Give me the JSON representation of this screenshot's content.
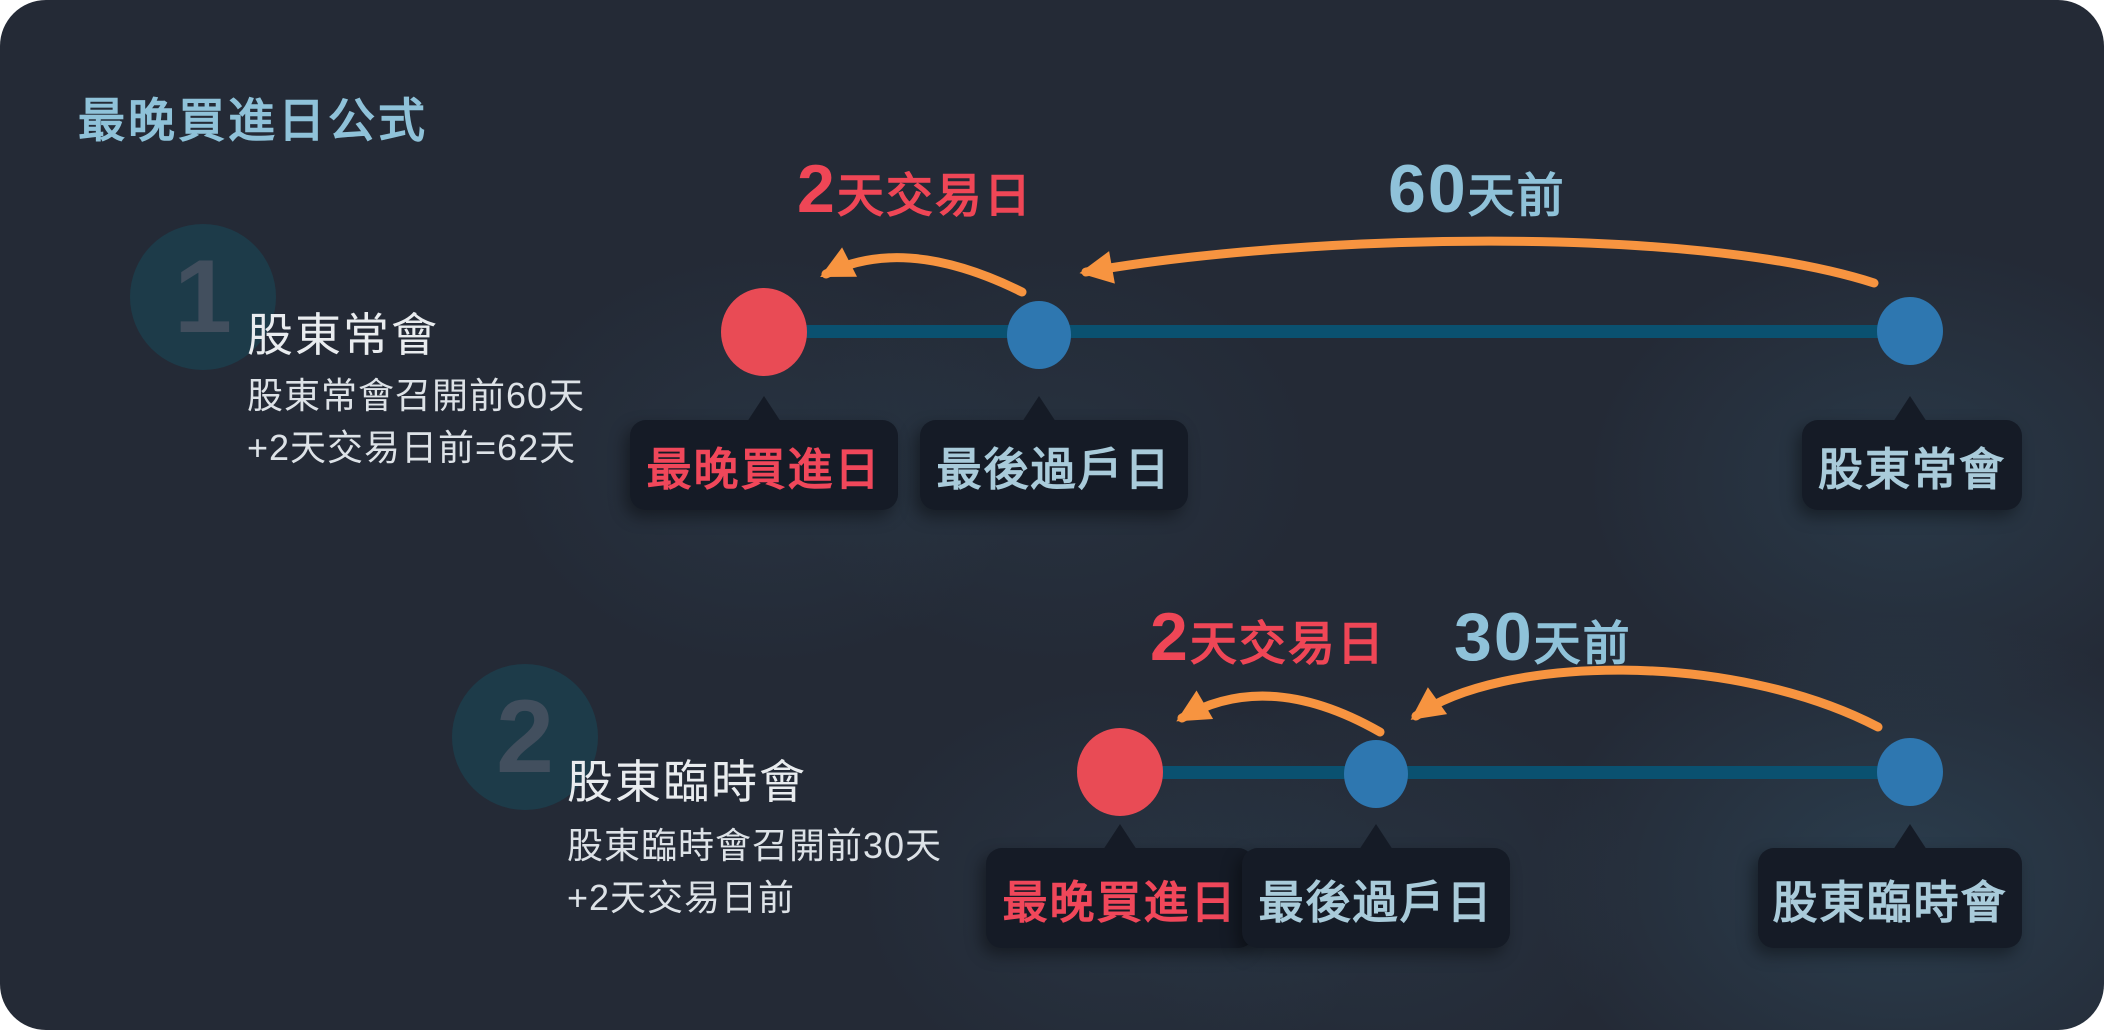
{
  "title": "最晚買進日公式",
  "colors": {
    "card_background": "#242a36",
    "accent_red": "#ef4656",
    "accent_light_blue": "#8fc2d9",
    "accent_orange": "#f79440",
    "dot_red": "#e94b55",
    "dot_blue": "#2e77b0",
    "timeline": "#0a5170",
    "bubble_background": "#151b26"
  },
  "sections": [
    {
      "number": "1",
      "heading": "股東常會",
      "description": [
        "股東常會召開前60天",
        "+2天交易日前=62天"
      ],
      "near_arrow": {
        "value": "2",
        "unit": "天交易日"
      },
      "far_arrow": {
        "value": "60",
        "unit": "天前"
      },
      "timeline_labels": {
        "latest_buy": "最晚買進日",
        "last_transfer": "最後過戶日",
        "meeting": "股東常會"
      }
    },
    {
      "number": "2",
      "heading": "股東臨時會",
      "description": [
        "股東臨時會召開前30天",
        "+2天交易日前"
      ],
      "near_arrow": {
        "value": "2",
        "unit": "天交易日"
      },
      "far_arrow": {
        "value": "30",
        "unit": "天前"
      },
      "timeline_labels": {
        "latest_buy": "最晚買進日",
        "last_transfer": "最後過戶日",
        "meeting": "股東臨時會"
      }
    }
  ]
}
